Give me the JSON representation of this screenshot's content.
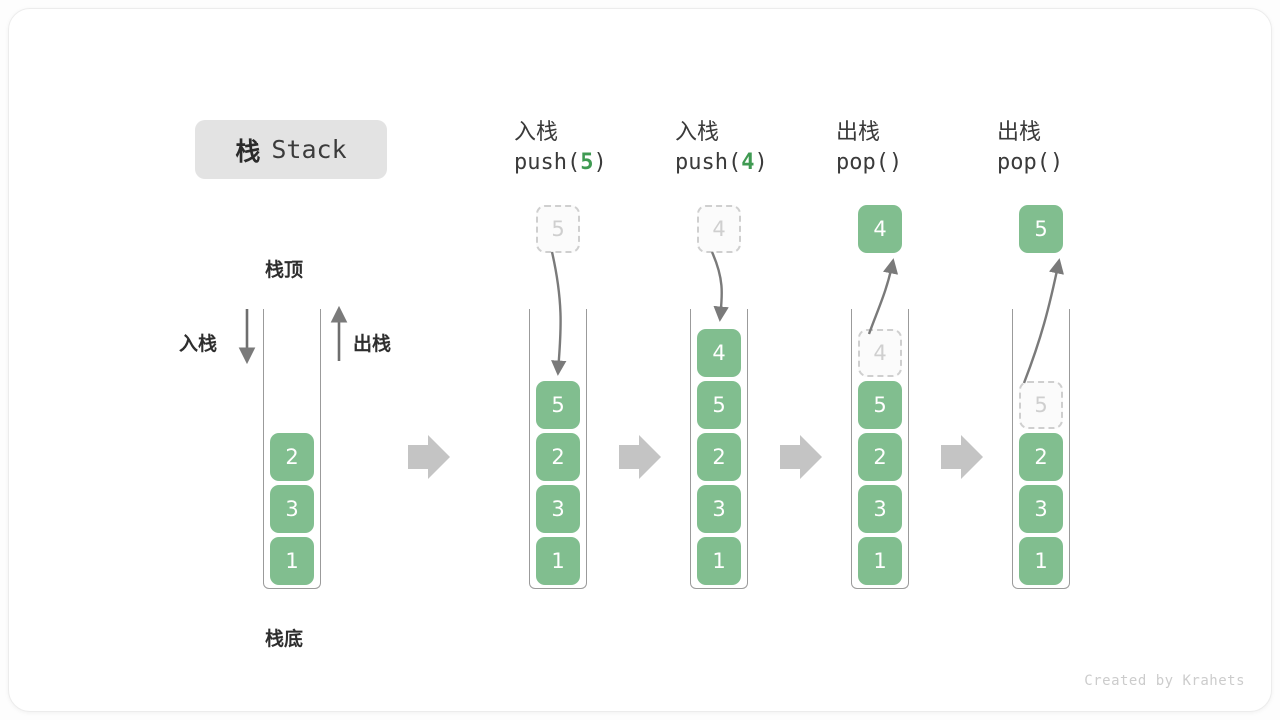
{
  "title": {
    "cn": "栈",
    "en": "Stack"
  },
  "labels": {
    "top": "栈顶",
    "bottom": "栈底",
    "push_side": "入栈",
    "pop_side": "出栈"
  },
  "colors": {
    "cell_fill": "#81be8f",
    "cell_text": "#ffffff",
    "ghost_border": "#cfcfcf",
    "ghost_text": "#cfcfcf",
    "arrow": "#7a7a7a",
    "separator": "#c4c4c4",
    "badge_bg": "#e3e3e3",
    "accent_green": "#3f9a52"
  },
  "steps": [
    {
      "id": "initial",
      "op_cn": "",
      "op_code_prefix": "",
      "op_code_arg": "",
      "op_code_suffix": "",
      "cells": [
        {
          "value": "2",
          "state": "solid"
        },
        {
          "value": "3",
          "state": "solid"
        },
        {
          "value": "1",
          "state": "solid"
        }
      ],
      "floating": null
    },
    {
      "id": "push-5",
      "op_cn": "入栈",
      "op_code_prefix": "push(",
      "op_code_arg": "5",
      "op_code_suffix": ")",
      "cells": [
        {
          "value": "5",
          "state": "solid"
        },
        {
          "value": "2",
          "state": "solid"
        },
        {
          "value": "3",
          "state": "solid"
        },
        {
          "value": "1",
          "state": "solid"
        }
      ],
      "floating": {
        "value": "5",
        "state": "ghost"
      }
    },
    {
      "id": "push-4",
      "op_cn": "入栈",
      "op_code_prefix": "push(",
      "op_code_arg": "4",
      "op_code_suffix": ")",
      "cells": [
        {
          "value": "4",
          "state": "solid"
        },
        {
          "value": "5",
          "state": "solid"
        },
        {
          "value": "2",
          "state": "solid"
        },
        {
          "value": "3",
          "state": "solid"
        },
        {
          "value": "1",
          "state": "solid"
        }
      ],
      "floating": {
        "value": "4",
        "state": "ghost"
      }
    },
    {
      "id": "pop-4",
      "op_cn": "出栈",
      "op_code_prefix": "pop(",
      "op_code_arg": "",
      "op_code_suffix": ")",
      "cells": [
        {
          "value": "4",
          "state": "ghost"
        },
        {
          "value": "5",
          "state": "solid"
        },
        {
          "value": "2",
          "state": "solid"
        },
        {
          "value": "3",
          "state": "solid"
        },
        {
          "value": "1",
          "state": "solid"
        }
      ],
      "floating": {
        "value": "4",
        "state": "solid"
      }
    },
    {
      "id": "pop-5",
      "op_cn": "出栈",
      "op_code_prefix": "pop(",
      "op_code_arg": "",
      "op_code_suffix": ")",
      "cells": [
        {
          "value": "5",
          "state": "ghost"
        },
        {
          "value": "2",
          "state": "solid"
        },
        {
          "value": "3",
          "state": "solid"
        },
        {
          "value": "1",
          "state": "solid"
        }
      ],
      "floating": {
        "value": "5",
        "state": "solid"
      }
    }
  ],
  "footer": "Created by Krahets"
}
